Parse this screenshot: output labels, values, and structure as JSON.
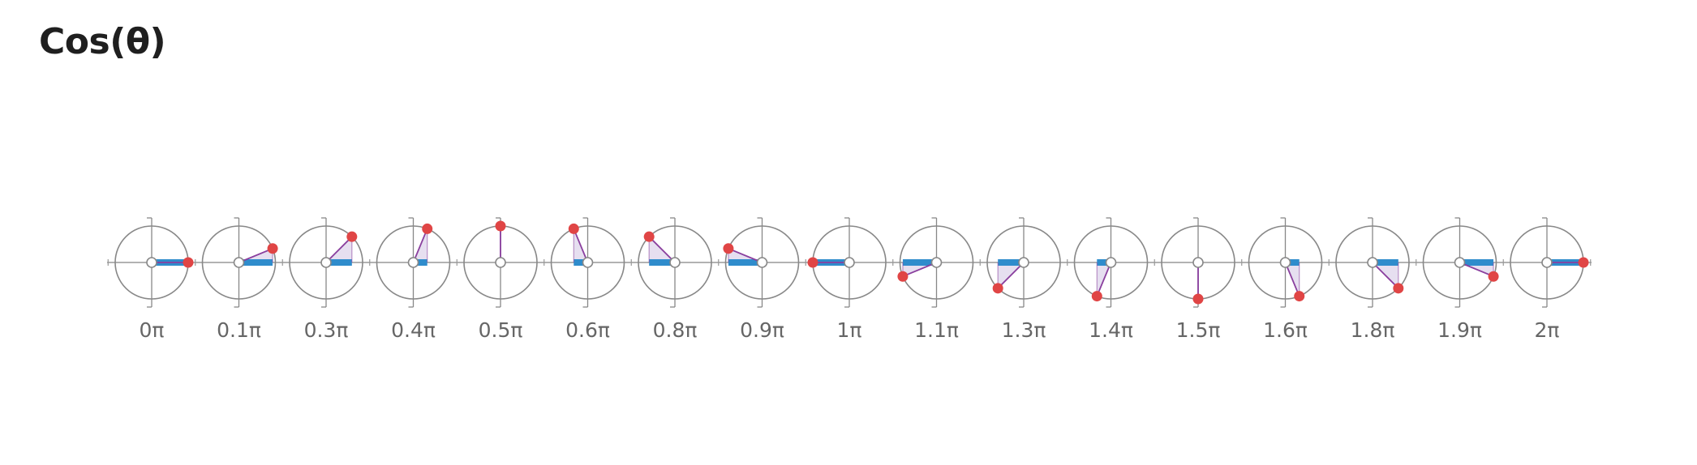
{
  "title": "Cos(θ)",
  "colors": {
    "circle": "#888888",
    "axis": "#999999",
    "point": "#e04545",
    "radius": "#8a3f9e",
    "wedge": "#e6dff0",
    "cos_bar": "#2f8ccc",
    "label": "#666666"
  },
  "frames": [
    {
      "label": "0π",
      "angle_pi": 0.0
    },
    {
      "label": "0.1π",
      "angle_pi": 0.125
    },
    {
      "label": "0.3π",
      "angle_pi": 0.25
    },
    {
      "label": "0.4π",
      "angle_pi": 0.375
    },
    {
      "label": "0.5π",
      "angle_pi": 0.5
    },
    {
      "label": "0.6π",
      "angle_pi": 0.625
    },
    {
      "label": "0.8π",
      "angle_pi": 0.75
    },
    {
      "label": "0.9π",
      "angle_pi": 0.875
    },
    {
      "label": "1π",
      "angle_pi": 1.0
    },
    {
      "label": "1.1π",
      "angle_pi": 1.125
    },
    {
      "label": "1.3π",
      "angle_pi": 1.25
    },
    {
      "label": "1.4π",
      "angle_pi": 1.375
    },
    {
      "label": "1.5π",
      "angle_pi": 1.5
    },
    {
      "label": "1.6π",
      "angle_pi": 1.625
    },
    {
      "label": "1.8π",
      "angle_pi": 1.75
    },
    {
      "label": "1.9π",
      "angle_pi": 1.875
    },
    {
      "label": "2π",
      "angle_pi": 2.0
    }
  ]
}
